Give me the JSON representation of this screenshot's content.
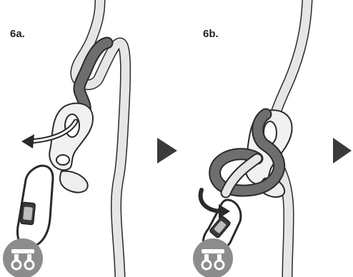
{
  "steps": [
    {
      "id": "6a",
      "label": "6a."
    },
    {
      "id": "6b",
      "label": "6b."
    }
  ],
  "colors": {
    "outline": "#2a2a2a",
    "rope_light": "#e6e6e6",
    "rope_dark": "#6e6e6e",
    "arrow": "#3a3a3a",
    "badge": "#8c8c8c",
    "background": "#ffffff"
  },
  "icons": [
    "harness-badge-icon",
    "play-arrow-icon",
    "curved-arrow-icon",
    "descender-device-icon",
    "carabiner-icon"
  ]
}
